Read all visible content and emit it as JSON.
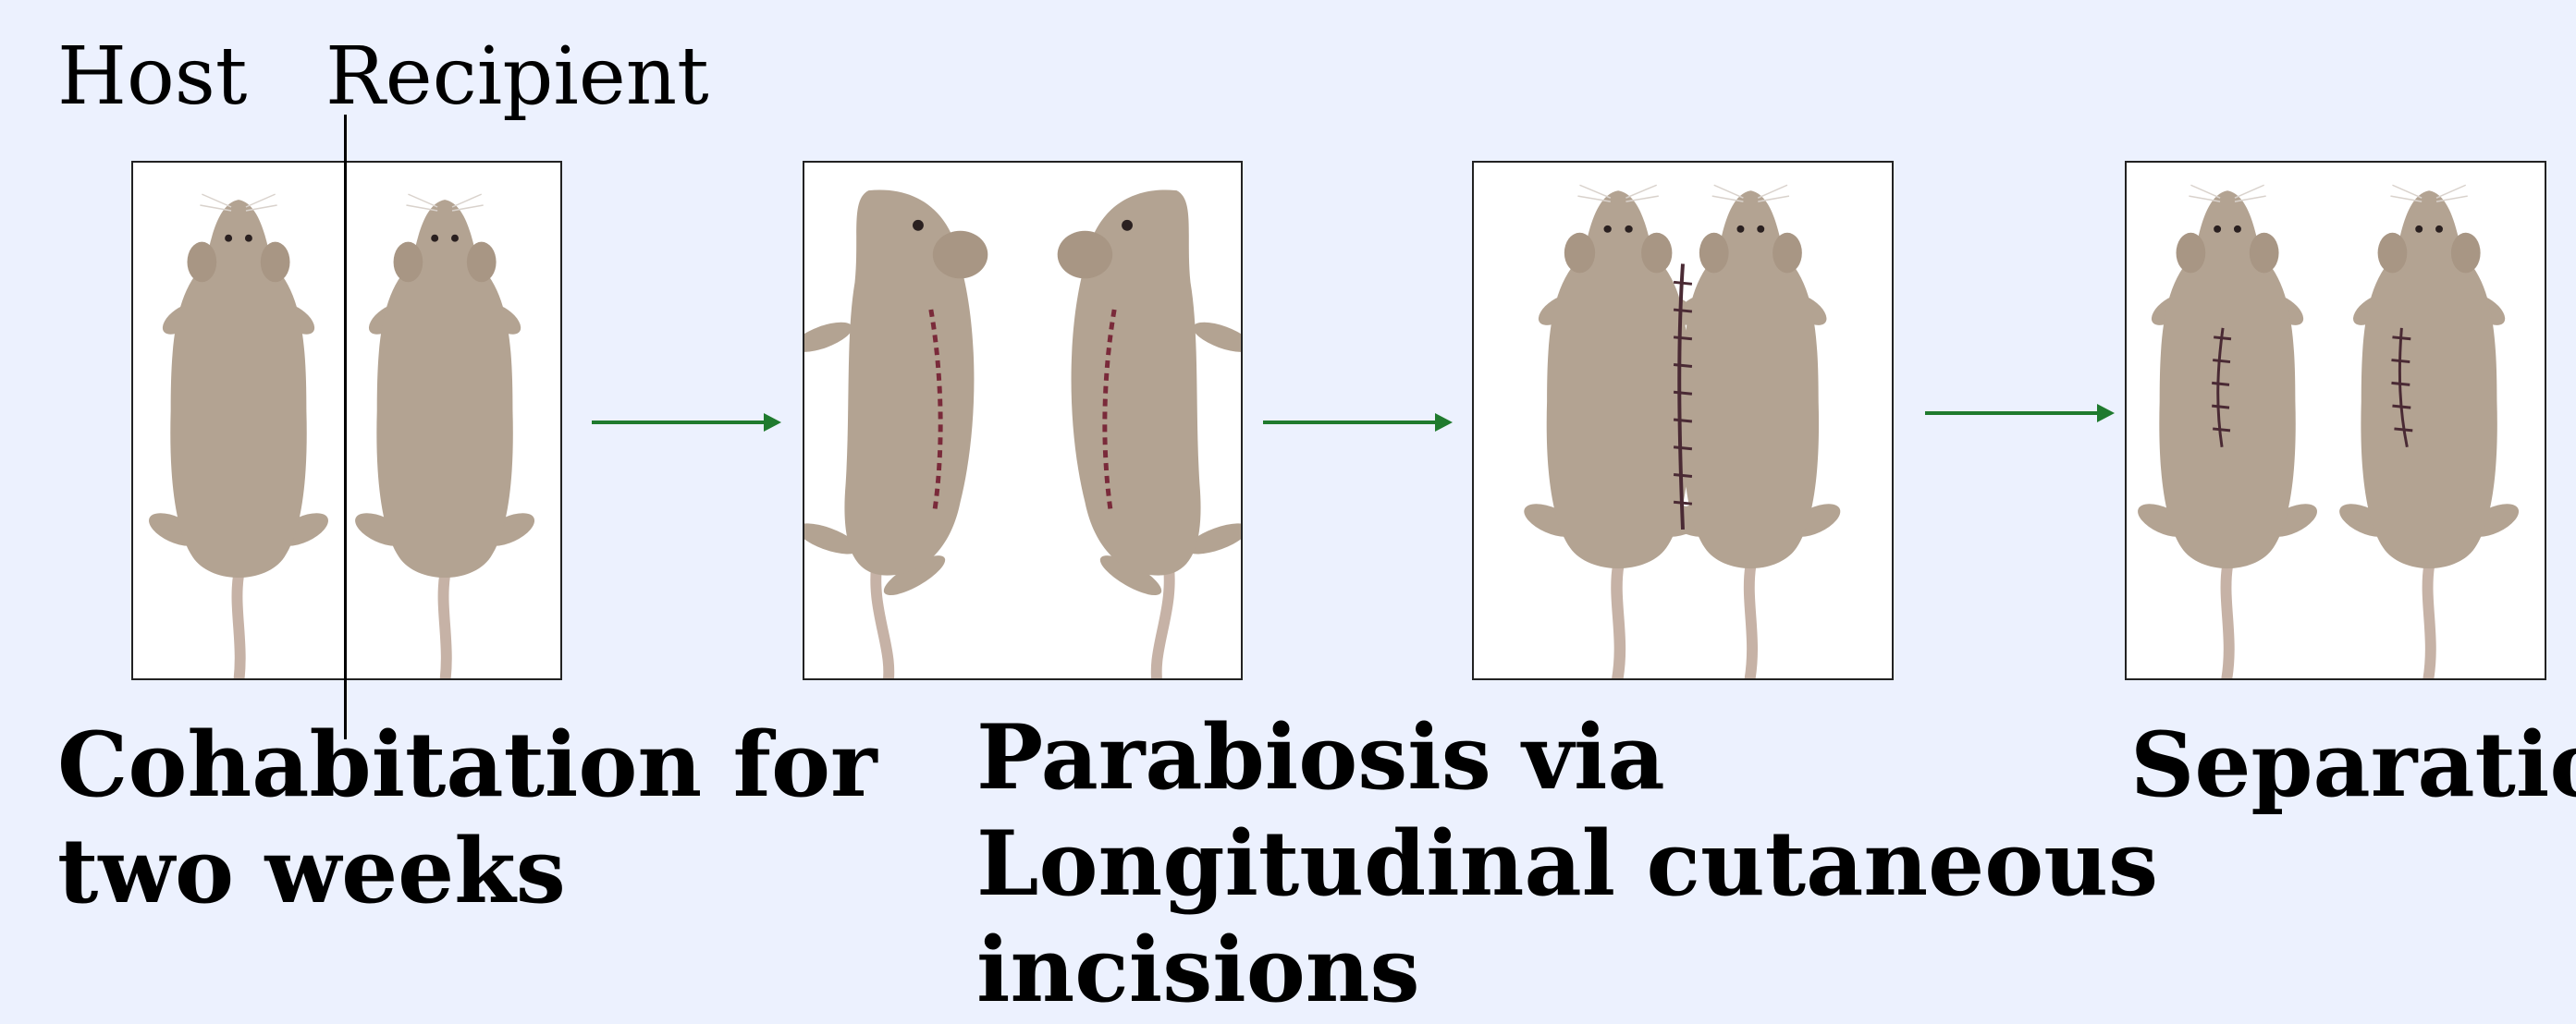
{
  "labels": {
    "host": "Host",
    "recipient": "Recipient"
  },
  "steps": [
    {
      "caption": "Cohabitation for\ntwo weeks"
    },
    {
      "caption": "Parabiosis via\nLongitudinal cutaneous\nincisions"
    },
    {
      "caption": "Separation"
    }
  ],
  "colors": {
    "background": "#ecf1fe",
    "arrow": "#1f7a2e",
    "mouse_fur": "#b3a392",
    "suture": "#4a2a34"
  }
}
